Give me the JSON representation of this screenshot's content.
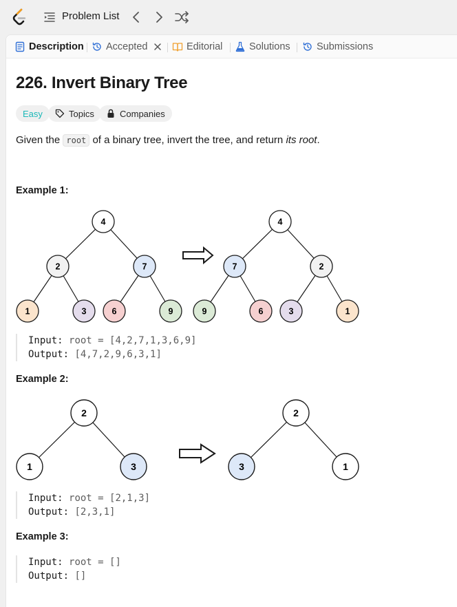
{
  "topbar": {
    "problem_list_label": "Problem List"
  },
  "tabs": [
    {
      "label": "Description",
      "icon": "description-icon"
    },
    {
      "label": "Accepted",
      "icon": "history-icon"
    },
    {
      "label": "Editorial",
      "icon": "book-icon"
    },
    {
      "label": "Solutions",
      "icon": "flask-icon"
    },
    {
      "label": "Submissions",
      "icon": "history-icon"
    }
  ],
  "problem": {
    "title": "226. Invert Binary Tree",
    "difficulty": "Easy",
    "topics_label": "Topics",
    "companies_label": "Companies",
    "desc_before": "Given the ",
    "desc_code": "root",
    "desc_middle": " of a binary tree, invert the tree, and return ",
    "desc_italic": "its root",
    "desc_end": "."
  },
  "examples": [
    {
      "title": "Example 1:",
      "input_label": "Input:",
      "input_value": "root = [4,2,7,1,3,6,9]",
      "output_label": "Output:",
      "output_value": "[4,7,2,9,6,3,1]"
    },
    {
      "title": "Example 2:",
      "input_label": "Input:",
      "input_value": "root = [2,1,3]",
      "output_label": "Output:",
      "output_value": "[2,3,1]"
    },
    {
      "title": "Example 3:",
      "input_label": "Input:",
      "input_value": "root = []",
      "output_label": "Output:",
      "output_value": "[]"
    }
  ],
  "diagrams": {
    "ex1_left": [
      "4",
      "2",
      "7",
      "1",
      "3",
      "6",
      "9"
    ],
    "ex1_right": [
      "4",
      "7",
      "2",
      "9",
      "6",
      "3",
      "1"
    ],
    "ex2_left": [
      "2",
      "1",
      "3"
    ],
    "ex2_right": [
      "2",
      "3",
      "1"
    ]
  },
  "colors": {
    "easy": "#1cb8b8",
    "node_white": "#ffffff",
    "node_gray": "#f2f2f2",
    "node_blue": "#dde8f8",
    "node_orange": "#fbe4cc",
    "node_purple": "#e4dcec",
    "node_red": "#f6d0d0",
    "node_green": "#dbead6"
  }
}
